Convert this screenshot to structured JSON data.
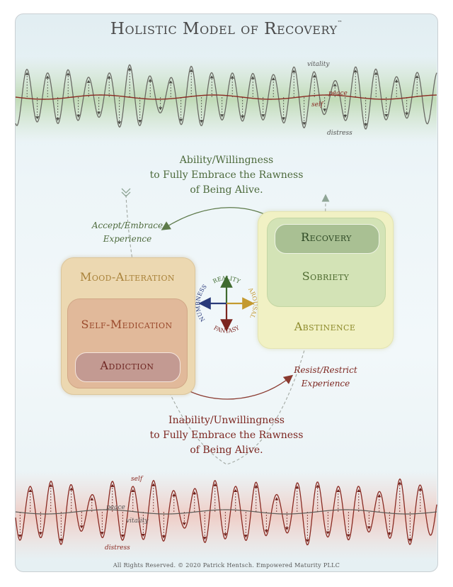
{
  "title": {
    "main": "Holistic Model of Recovery",
    "mark": "™"
  },
  "top_wave": {
    "vitality": "vitality",
    "peace": "peace",
    "self": "self",
    "distress": "distress"
  },
  "bottom_wave": {
    "self": "self",
    "peace": "peace",
    "vitality": "vitality",
    "distress": "distress"
  },
  "ability": {
    "line1": "Ability/Willingness",
    "line2": "to Fully Embrace the Rawness",
    "line3": "of Being Alive."
  },
  "inability": {
    "line1": "Inability/Unwillingness",
    "line2": "to Fully Embrace the Rawness",
    "line3": "of Being Alive."
  },
  "accept": {
    "line1": "Accept/Embrace",
    "line2": "Experience"
  },
  "resist": {
    "line1": "Resist/Restrict",
    "line2": "Experience"
  },
  "left_stack": {
    "outer": "Mood-Alteration",
    "middle": "Self-Medication",
    "inner": "Addiction"
  },
  "right_stack": {
    "outer": "Abstinence",
    "middle": "Sobriety",
    "inner": "Recovery"
  },
  "compass": {
    "north": "REALITY",
    "south": "FANTASY",
    "west": "NUMBNESS",
    "east": "AROUSAL"
  },
  "colors": {
    "green": "#4d6a3c",
    "red": "#7c2620",
    "gold": "#b08a3a",
    "navy": "#2a3a7a"
  },
  "footer": "All Rights Reserved. © 2020 Patrick Hentsch. Empowered Maturity PLLC"
}
